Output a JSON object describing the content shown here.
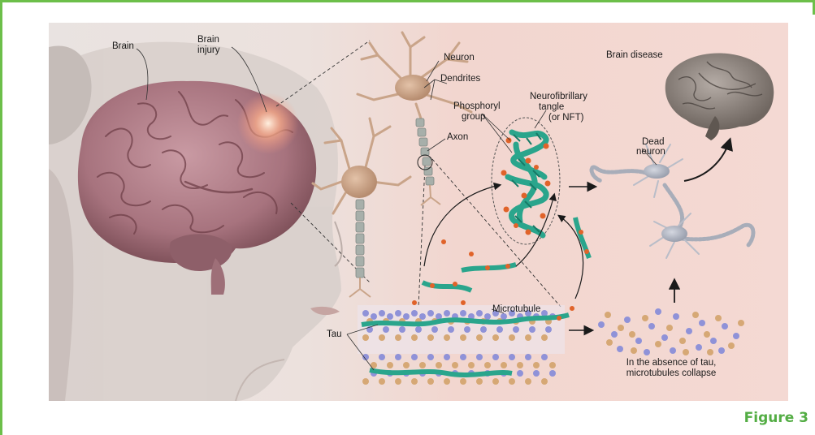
{
  "figure_caption": "Figure 3",
  "labels": {
    "brain": "Brain",
    "brain_injury_1": "Brain",
    "brain_injury_2": "injury",
    "neuron": "Neuron",
    "dendrites": "Dendrites",
    "phosphoryl_1": "Phosphoryl",
    "phosphoryl_2": "group",
    "nft_1": "Neurofibrillary",
    "nft_2": "tangle",
    "nft_3": "(or NFT)",
    "axon": "Axon",
    "brain_disease": "Brain disease",
    "dead_neuron_1": "Dead",
    "dead_neuron_2": "neuron",
    "microtubule": "Microtubule",
    "tau": "Tau",
    "absence_1": "In the absence of tau,",
    "absence_2": "microtubules collapse"
  },
  "colors": {
    "frame_green": "#6cbf4a",
    "caption_green": "#53ad44",
    "tau_teal": "#2aa58c",
    "phosphoryl_orange": "#e0632a",
    "brain_pink": "#b98590",
    "neuron_tan": "#c9a489",
    "microtubule_blue": "#8f92d8",
    "microtubule_tan": "#d6a875"
  }
}
